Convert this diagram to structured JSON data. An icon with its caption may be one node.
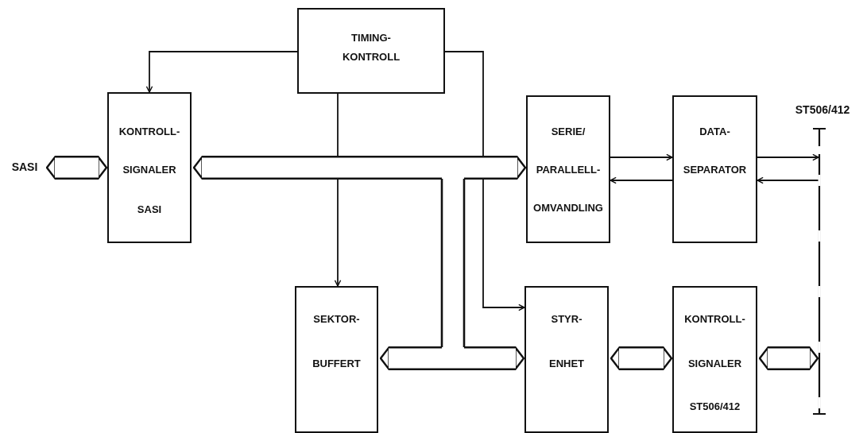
{
  "diagram": {
    "nodes": [
      {
        "text": [
          "SASI"
        ]
      },
      {
        "text": [
          "KONTROLL-",
          "SIGNALER",
          "SASI"
        ]
      },
      {
        "text": [
          "TIMING-",
          "KONTROLL"
        ]
      },
      {
        "text": [
          "SERIE/",
          "PARALLELL-",
          "OMVANDLING"
        ]
      },
      {
        "text": [
          "DATA-",
          "SEPARATOR"
        ]
      },
      {
        "text": [
          "ST506/412"
        ]
      },
      {
        "text": [],
        "shape": "bar"
      },
      {
        "text": [
          "SEKTOR-",
          "BUFFERT"
        ]
      },
      {
        "text": [
          "STYR-",
          "ENHET"
        ]
      },
      {
        "text": [
          "KONTROLL-",
          "SIGNALER",
          "ST506/412"
        ]
      }
    ],
    "edges": [
      {
        "from": 0,
        "to": 1,
        "arrow": "both",
        "style": "thick"
      },
      {
        "from": 1,
        "to": 3,
        "arrow": "both",
        "style": "thick"
      },
      {
        "from": 2,
        "to": 1,
        "arrow": "to"
      },
      {
        "from": 2,
        "to": 7,
        "arrow": "to"
      },
      {
        "from": 2,
        "to": 8,
        "arrow": "to"
      },
      {
        "from": 3,
        "to": 4,
        "arrow": "to"
      },
      {
        "from": 4,
        "to": 3,
        "arrow": "to"
      },
      {
        "from": 4,
        "to": 6,
        "arrow": "to"
      },
      {
        "from": 6,
        "to": 4,
        "arrow": "to"
      },
      {
        "from": 7,
        "to": 8,
        "arrow": "both",
        "style": "thick"
      },
      {
        "from": 8,
        "to": 9,
        "arrow": "both",
        "style": "thick"
      },
      {
        "from": 9,
        "to": 6,
        "arrow": "both",
        "style": "thick"
      }
    ]
  }
}
